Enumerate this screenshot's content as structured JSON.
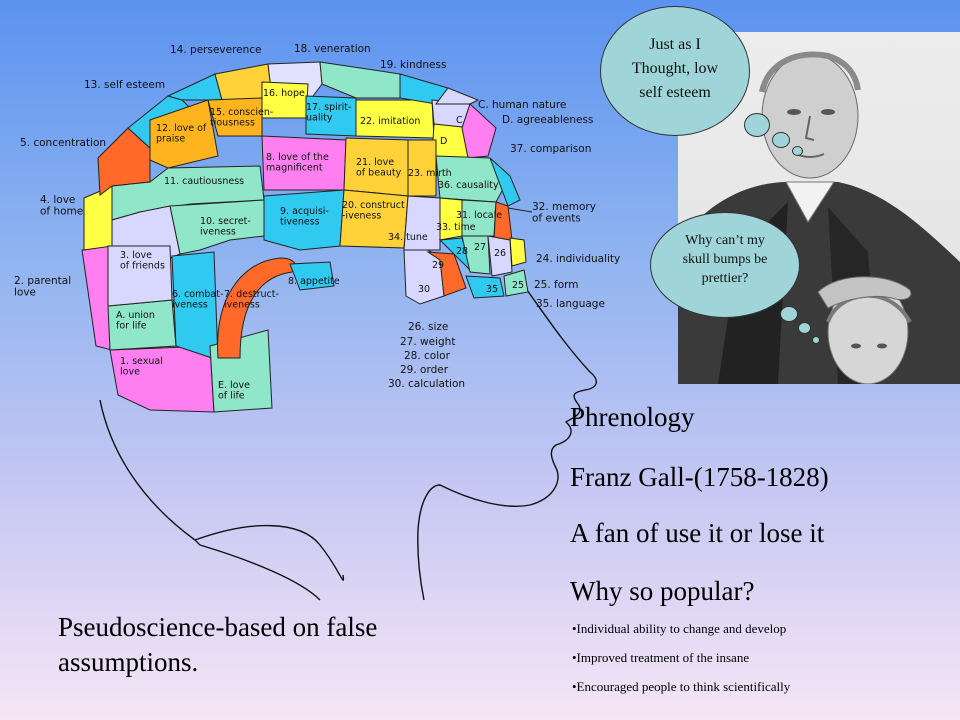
{
  "diagram": {
    "labels": {
      "perseverence": "14. perseverence",
      "veneration": "18. veneration",
      "kindness": "19. kindness",
      "self_esteem": "13. self esteem",
      "hope": "16. hope",
      "conscientiousness": "15. conscien-\ntiousness",
      "spirituality": "17. spirit-\nuality",
      "imitation": "22. imitation",
      "c_mark": "C",
      "human_nature": "C. human nature",
      "agreeableness": "D. agreeableness",
      "love_of_praise": "12. love of\npraise",
      "concentration": "5. concentration",
      "love_of_magnificent": "8. love of the\nmagnificent",
      "love_of_beauty": "21. love\nof beauty",
      "d_mark": "D",
      "comparison": "37. comparison",
      "cautiousness": "11. cautiousness",
      "mirth": "23. mirth",
      "causality": "36. causality",
      "love_of_home": "4. love\nof home",
      "secretiveness": "10. secret-\niveness",
      "acquisitiveness": "9. acquisi-\ntiveness",
      "constructiveness": "20. construct\n-iveness",
      "time": "33. time",
      "locale": "31. locale",
      "memory_of_events": "32. memory\nof events",
      "tune": "34. tune",
      "love_of_friends": "3. love\nof friends",
      "r28": "28",
      "r27": "27",
      "r26": "26",
      "individuality": "24. individuality",
      "parental_love": "2. parental\nlove",
      "appetite": "8. appetite",
      "r29": "29",
      "r30": "30",
      "r35": "35",
      "r25": "25",
      "form": "25. form",
      "combativeness": "6. combat-\niveness",
      "destructiveness": "7. destruct-\niveness",
      "language": "35. language",
      "union_for_life": "A. union\nfor life",
      "sexual_love": "1. sexual\nlove",
      "love_of_life": "E. love\nof life",
      "size": "26. size",
      "weight": "27. weight",
      "color": "28. color",
      "order": "29. order",
      "calculation": "30. calculation"
    }
  },
  "bubbles": {
    "top": "Just as I Thought, low self esteem",
    "bottom": "Why can’t my skull bumps be prettier?"
  },
  "text": {
    "title": "Phrenology",
    "person": "Franz Gall-(1758-1828)",
    "fan": "A fan of use it or lose it",
    "question": "Why so popular?",
    "bullets": [
      "•Individual ability to change and develop",
      "•Improved treatment of the insane",
      "•Encouraged people to think scientifically"
    ],
    "caption_line1": "Pseudoscience-based on false",
    "caption_line2": "assumptions."
  }
}
